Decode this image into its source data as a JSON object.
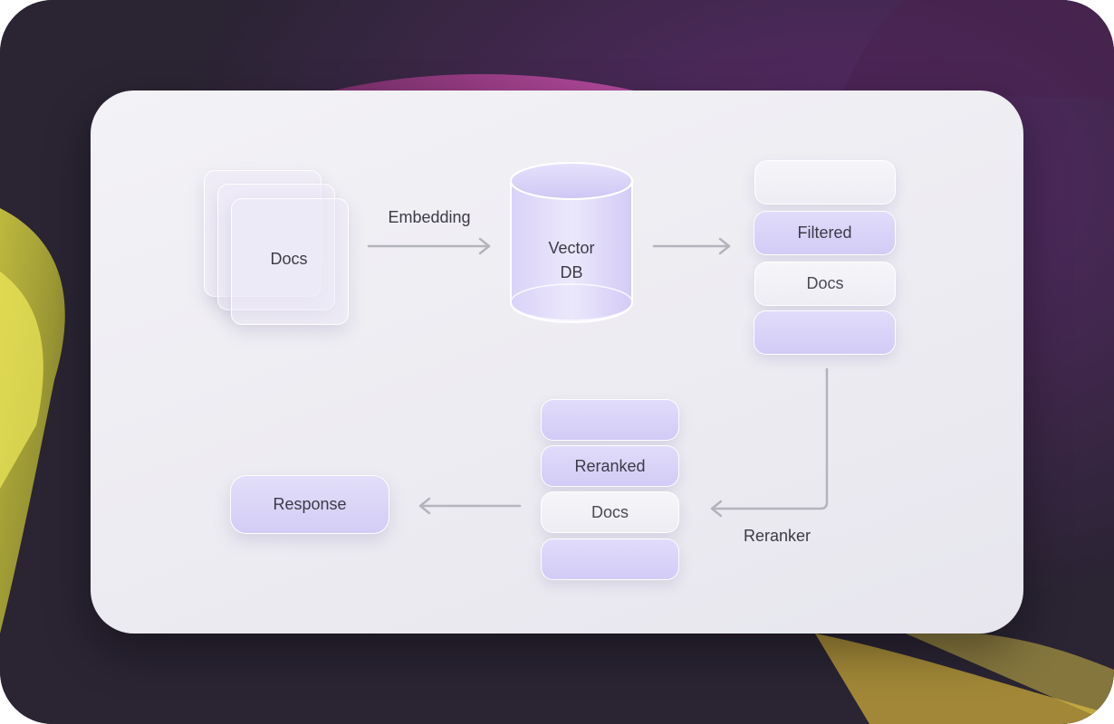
{
  "diagram": {
    "docs_label": "Docs",
    "embedding_label": "Embedding",
    "vector_db_line1": "Vector",
    "vector_db_line2": "DB",
    "filtered_stack": {
      "items": [
        "",
        "Filtered",
        "Docs",
        ""
      ]
    },
    "reranker_label": "Reranker",
    "reranked_stack": {
      "items": [
        "",
        "Reranked",
        "Docs",
        ""
      ]
    },
    "response_label": "Response"
  },
  "colors": {
    "violet_fill": "#d6cff7",
    "card_bg": "#efeef3",
    "arrow": "#b4b4bc",
    "text": "#3b3b46"
  }
}
